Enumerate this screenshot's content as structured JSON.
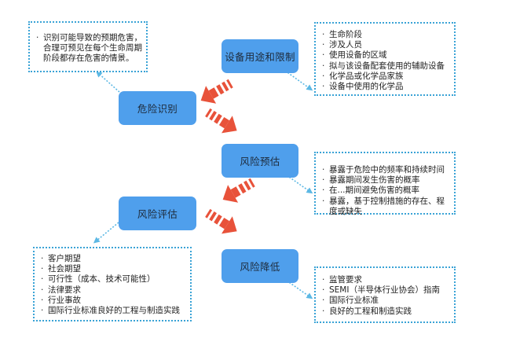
{
  "diagram": {
    "colors": {
      "node_fill": "#4f9fec",
      "note_border": "#3aa3d6",
      "arrow": "#e8523a",
      "connector": "#5cb8e4"
    },
    "nodes": [
      {
        "id": "device-use",
        "label": "设备用途和限制"
      },
      {
        "id": "hazard-identification",
        "label": "危险识别"
      },
      {
        "id": "risk-estimation",
        "label": "风险预估"
      },
      {
        "id": "risk-evaluation",
        "label": "风险评估"
      },
      {
        "id": "risk-reduction",
        "label": "风险降低"
      }
    ],
    "notes": {
      "hazard_identification": {
        "items": [
          "识别可能导致的预期危害，合理可预见在每个生命周期阶段都存在危害的情景。"
        ]
      },
      "device_use": {
        "items": [
          "生命阶段",
          "涉及人员",
          "使用设备的区域",
          "拟与该设备配套使用的辅助设备",
          "化学品或化学品家族",
          "设备中使用的化学品"
        ]
      },
      "risk_estimation": {
        "items": [
          "暴露于危险中的频率和持续时间",
          "暴露期间发生伤害的概率",
          "在...期间避免伤害的概率",
          "暴露，基于控制措施的存在、程度或缺失"
        ]
      },
      "risk_evaluation": {
        "items": [
          "客户期望",
          "社会期望",
          "可行性（成本、技术可能性）",
          "法律要求",
          "行业事故",
          "国际行业标准良好的工程与制造实践"
        ]
      },
      "risk_reduction": {
        "items": [
          "监管要求",
          "SEMI（半导体行业协会）指南",
          "国际行业标准",
          "良好的工程和制造实践"
        ]
      }
    },
    "flow": [
      {
        "from": "设备用途和限制",
        "to": "危险识别"
      },
      {
        "from": "危险识别",
        "to": "风险预估"
      },
      {
        "from": "风险预估",
        "to": "风险评估"
      },
      {
        "from": "风险评估",
        "to": "风险降低"
      }
    ]
  }
}
